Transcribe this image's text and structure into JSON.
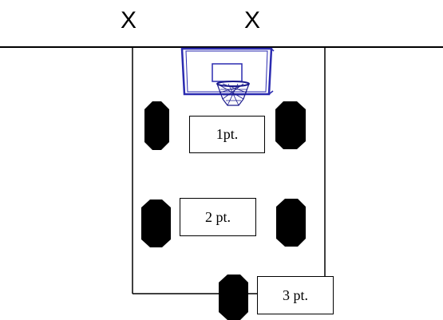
{
  "markers": [
    "X",
    "X"
  ],
  "zones": {
    "one_point": "1pt.",
    "two_point": "2 pt.",
    "three_point": "3 pt."
  },
  "colors": {
    "line": "#000000",
    "spot": "#000000",
    "backboard": "#2b2bb0",
    "net": "#1a1a8c"
  },
  "icons": {
    "hoop": "basketball-hoop-icon",
    "spot": "shooting-spot-icon"
  }
}
